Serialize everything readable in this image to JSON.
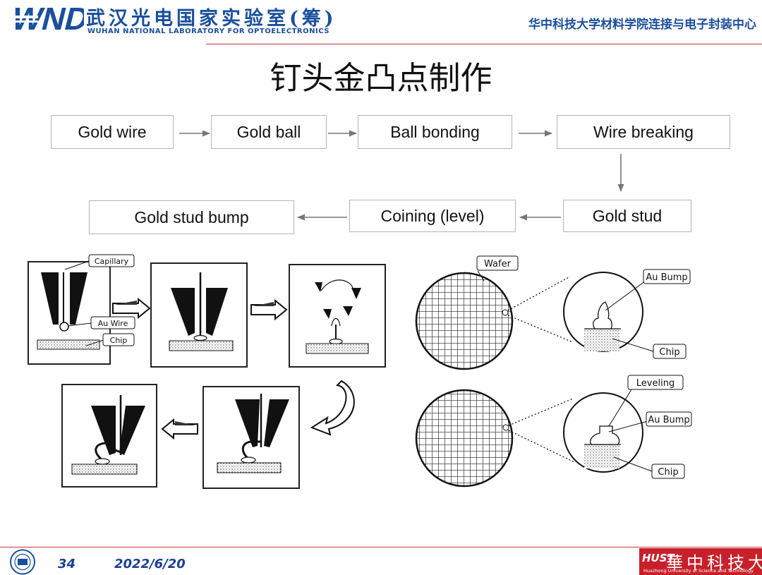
{
  "header": {
    "logo_text": "WND",
    "lab_name_cn": "武汉光电国家实验室(筹)",
    "lab_name_en": "WUHAN NATIONAL LABORATORY FOR OPTOELECTRONICS",
    "center_name": "华中科技大学材料学院连接与电子封装中心"
  },
  "title": "钉头金凸点制作",
  "flow": {
    "steps": [
      "Gold wire",
      "Gold ball",
      "Ball bonding",
      "Wire breaking",
      "Gold stud",
      "Coining (level)",
      "Gold stud bump"
    ]
  },
  "figure": {
    "labels": {
      "capillary": "Capillary",
      "au_wire": "Au Wire",
      "chip": "Chip",
      "wafer": "Wafer",
      "au_bump_top": "Au Bump",
      "chip_top": "Chip",
      "leveling": "Leveling",
      "au_bump_bottom": "Au Bump",
      "chip_bottom": "Chip"
    }
  },
  "footer": {
    "page_number": "34",
    "date": "2022/6/20",
    "university_cn": "華中科技大學",
    "university_en": "Huazhong University of Science and Technology",
    "university_mark": "HUST"
  },
  "colors": {
    "brand_blue": "#1a4f9c",
    "accent_red": "#c23a3a"
  }
}
